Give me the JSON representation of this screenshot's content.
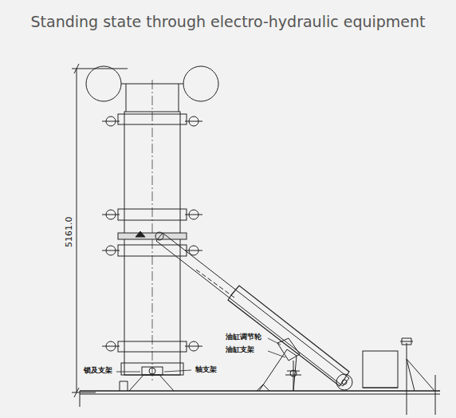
{
  "diagram": {
    "title": "Standing state through electro-hydraulic equipment",
    "labels": [
      "5161.0",
      "油缸调节轮",
      "油缸支架",
      "锁及支架",
      "轴支架"
    ]
  }
}
